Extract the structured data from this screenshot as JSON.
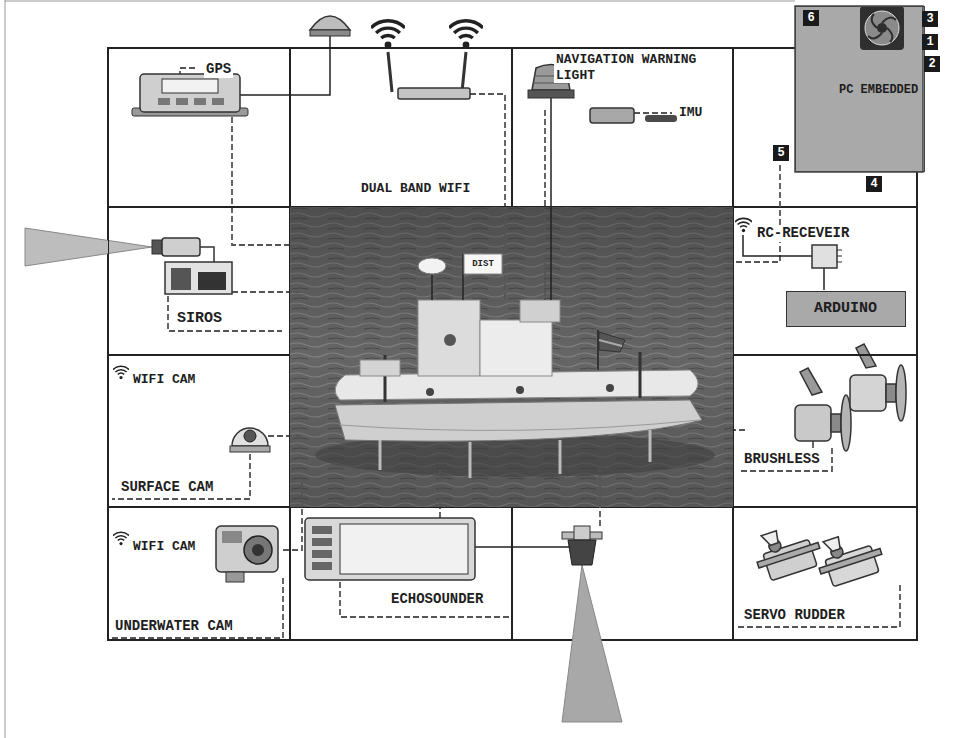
{
  "diagram": {
    "nodes": [
      {
        "text": [
          "GPS"
        ]
      },
      {
        "text": [
          "DUAL BAND WIFI"
        ]
      },
      {
        "text": [
          "NAVIGATION WARNING LIGHT",
          "IMU"
        ]
      },
      {
        "text": [
          "PC EMBEDDED"
        ]
      },
      {
        "text": [
          "SIROS"
        ]
      },
      {
        "text": [
          "RC-RECEVEIR"
        ]
      },
      {
        "text": [
          "ARDUINO"
        ],
        "in": 5
      },
      {
        "text": [
          "WIFI CAM",
          "SURFACE CAM"
        ]
      },
      {
        "text": [
          "BRUSHLESS"
        ]
      },
      {
        "text": [
          "WIFI CAM",
          "UNDERWATER CAM"
        ]
      },
      {
        "text": [
          "ECHOSOUNDER"
        ]
      },
      {
        "text": [
          "SERVO RUDDER"
        ]
      }
    ],
    "labels": [
      "6",
      "3",
      "1",
      "2",
      "5",
      "4",
      "DIST"
    ]
  }
}
